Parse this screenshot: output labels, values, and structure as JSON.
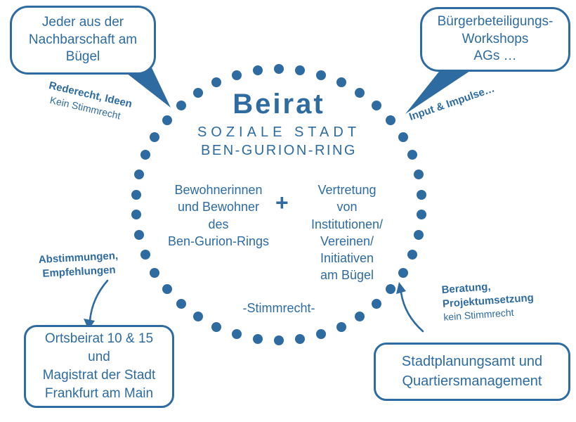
{
  "colors": {
    "primary": "#2d6ba0"
  },
  "circle": {
    "title": "Beirat",
    "subtitle1": "SOZIALE STADT",
    "subtitle2": "BEN-GURION-RING",
    "left_member": "Bewohnerinnen\nund Bewohner\ndes\nBen-Gurion-Rings",
    "plus": "+",
    "right_member": "Vertretung\nvon\nInstitutionen/\nVereinen/\nInitiativen\nam Bügel",
    "voting": "-Stimmrecht-"
  },
  "bubbles": {
    "top_left": "Jeder aus der\nNachbarschaft am\nBügel",
    "top_right": "Bürgerbeteiligungs-\nWorkshops\nAGs …"
  },
  "boxes": {
    "bottom_left": "Ortsbeirat 10 & 15\nund\nMagistrat der Stadt\nFrankfurt am Main",
    "bottom_right": "Stadtplanungsamt und\nQuartiersmanagement"
  },
  "labels": {
    "top_left_bold": "Rederecht, Ideen",
    "top_left_normal": "Kein Stimmrecht",
    "top_right_bold": "Input & Impulse…",
    "left_bold": "Abstimmungen,\nEmpfehlungen",
    "right_bold1": "Beratung,",
    "right_bold2": "Projektumsetzung",
    "right_normal": "kein Stimmrecht"
  }
}
